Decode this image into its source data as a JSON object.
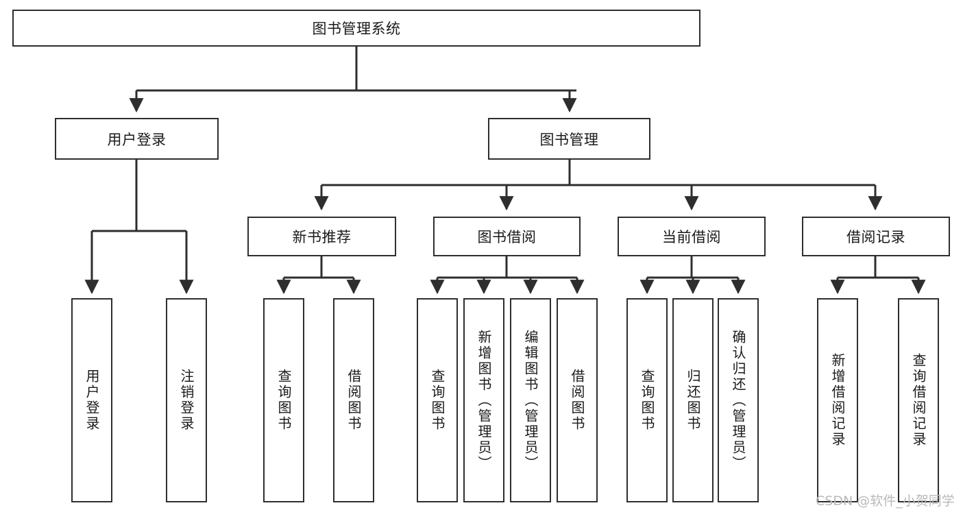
{
  "diagram": {
    "type": "hierarchy-tree",
    "root": {
      "id": "root",
      "label": "图书管理系统"
    },
    "level2": [
      {
        "id": "user-login",
        "label": "用户登录"
      },
      {
        "id": "book-manage",
        "label": "图书管理"
      }
    ],
    "level3": [
      {
        "id": "new-book-rec",
        "label": "新书推荐",
        "parent": "book-manage"
      },
      {
        "id": "book-borrow",
        "label": "图书借阅",
        "parent": "book-manage"
      },
      {
        "id": "current-borrow",
        "label": "当前借阅",
        "parent": "book-manage"
      },
      {
        "id": "borrow-record",
        "label": "借阅记录",
        "parent": "book-manage"
      }
    ],
    "leaves": [
      {
        "id": "leaf-user-login",
        "label": "用户登录",
        "parent": "user-login"
      },
      {
        "id": "leaf-logout",
        "label": "注销登录",
        "parent": "user-login"
      },
      {
        "id": "leaf-query-book-1",
        "label": "查询图书",
        "parent": "new-book-rec"
      },
      {
        "id": "leaf-borrow-book-1",
        "label": "借阅图书",
        "parent": "new-book-rec"
      },
      {
        "id": "leaf-query-book-2",
        "label": "查询图书",
        "parent": "book-borrow"
      },
      {
        "id": "leaf-add-book",
        "label": "新增图书（管理员）",
        "parent": "book-borrow"
      },
      {
        "id": "leaf-edit-book",
        "label": "编辑图书（管理员）",
        "parent": "book-borrow"
      },
      {
        "id": "leaf-borrow-book-2",
        "label": "借阅图书",
        "parent": "book-borrow"
      },
      {
        "id": "leaf-query-book-3",
        "label": "查询图书",
        "parent": "current-borrow"
      },
      {
        "id": "leaf-return-book",
        "label": "归还图书",
        "parent": "current-borrow"
      },
      {
        "id": "leaf-confirm-return",
        "label": "确认归还（管理员）",
        "parent": "current-borrow"
      },
      {
        "id": "leaf-add-record",
        "label": "新增借阅记录",
        "parent": "borrow-record"
      },
      {
        "id": "leaf-query-record",
        "label": "查询借阅记录",
        "parent": "borrow-record"
      }
    ]
  },
  "watermark": {
    "text": "CSDN @软件_小贺同学"
  },
  "colors": {
    "stroke": "#2e2e2e",
    "background": "#ffffff",
    "text": "#1a1a1a",
    "watermark": "#b9b9b9"
  }
}
